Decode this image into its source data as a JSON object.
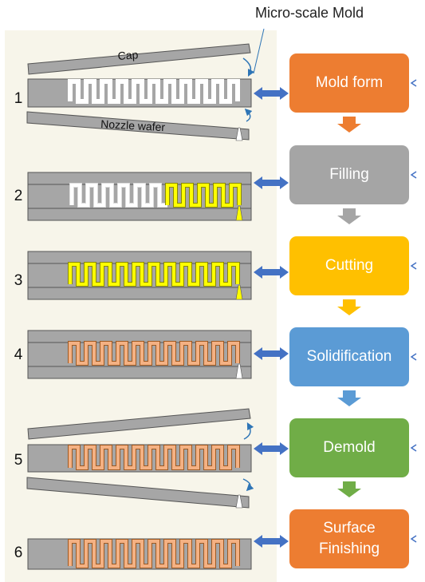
{
  "title": "Micro-scale Mold",
  "labels": {
    "cap": "Cap",
    "nozzle_wafer": "Nozzle wafer"
  },
  "steps": [
    {
      "num": "1",
      "label": "Mold form",
      "color": "#ed7d31",
      "channel": "empty"
    },
    {
      "num": "2",
      "label": "Filling",
      "color": "#a5a5a5",
      "channel": "partial"
    },
    {
      "num": "3",
      "label": "Cutting",
      "color": "#ffc000",
      "channel": "filled"
    },
    {
      "num": "4",
      "label": "Solidification",
      "color": "#5b9bd5",
      "channel": "solid"
    },
    {
      "num": "5",
      "label": "Demold",
      "color": "#70ad47",
      "channel": "solid"
    },
    {
      "num": "6",
      "label": "Surface\nFinishing",
      "color": "#ed7d31",
      "channel": "solid"
    }
  ],
  "colors": {
    "mold": "#a6a6a6",
    "mold_edge": "#555555",
    "empty_channel": "#ffffff",
    "liquid": "#ffff00",
    "liquid_edge": "#8a8a00",
    "solid": "#f4b183",
    "solid_edge": "#9e5a23",
    "double_arrow": "#4472c4",
    "curved_arrow": "#2e75b6"
  }
}
